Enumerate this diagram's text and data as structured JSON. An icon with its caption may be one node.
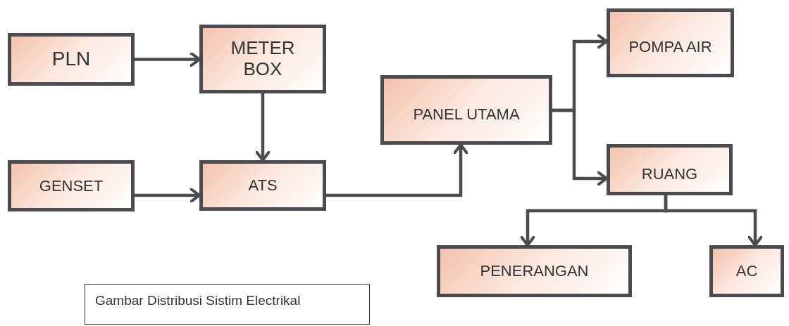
{
  "diagram": {
    "caption": "Gambar Distribusi Sistim Electrikal",
    "nodes": [
      {
        "text": [
          "PLN"
        ]
      },
      {
        "text": [
          "METER BOX"
        ]
      },
      {
        "text": [
          "GENSET"
        ]
      },
      {
        "text": [
          "ATS"
        ]
      },
      {
        "text": [
          "PANEL UTAMA"
        ]
      },
      {
        "text": [
          "POMPA AIR"
        ]
      },
      {
        "text": [
          "RUANG"
        ]
      },
      {
        "text": [
          "PENERANGAN"
        ]
      },
      {
        "text": [
          "AC"
        ]
      }
    ],
    "edges": [
      {
        "from": 0,
        "to": 1,
        "arrow": "to"
      },
      {
        "from": 1,
        "to": 3,
        "arrow": "to"
      },
      {
        "from": 2,
        "to": 3,
        "arrow": "to"
      },
      {
        "from": 3,
        "to": 4,
        "arrow": "to"
      },
      {
        "from": 4,
        "to": 5,
        "arrow": "to"
      },
      {
        "from": 4,
        "to": 6,
        "arrow": "to"
      },
      {
        "from": 6,
        "to": 7,
        "arrow": "to"
      },
      {
        "from": 6,
        "to": 8,
        "arrow": "to"
      }
    ]
  }
}
